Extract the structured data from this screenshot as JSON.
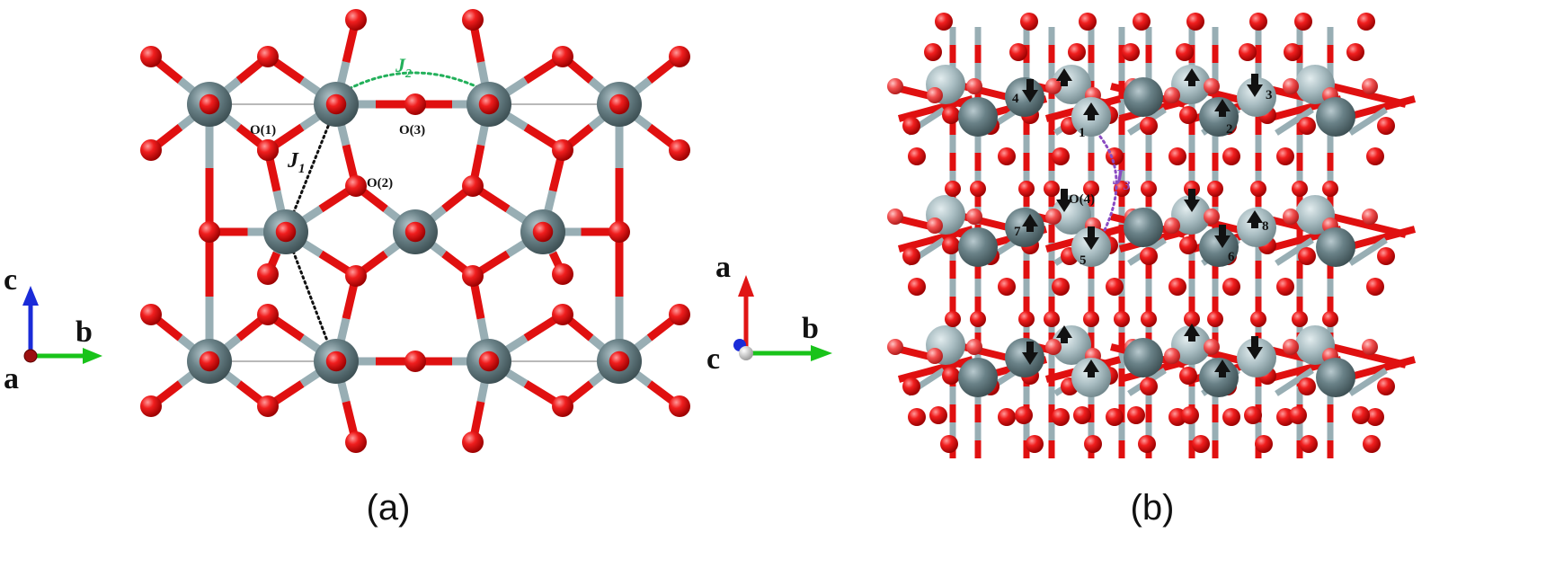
{
  "panel_a": {
    "caption": "(a)",
    "atom_labels": {
      "o1": "O(1)",
      "o2": "O(2)",
      "o3": "O(3)"
    },
    "coupling_labels": {
      "j1": "J",
      "j1_sub": "1",
      "j2": "J",
      "j2_sub": "2"
    },
    "axes": {
      "up": "c",
      "right": "b",
      "out": "a"
    }
  },
  "panel_b": {
    "caption": "(b)",
    "atom_labels": {
      "o4": "O(4)"
    },
    "coupling_labels": {
      "j3": "J",
      "j3_sub": "3"
    },
    "site_numbers": [
      "1",
      "2",
      "3",
      "4",
      "5",
      "6",
      "7",
      "8"
    ],
    "axes": {
      "up": "a",
      "right": "b",
      "out": "c"
    }
  },
  "colors": {
    "metal": "#5f767c",
    "metal_light": "#9fb4ba",
    "oxygen": "#ee1111",
    "bond_gray": "#98aeb4",
    "bond_red": "#e01010",
    "j1": "#111111",
    "j2": "#22b05a",
    "j3": "#8a4bc2",
    "axis_blue": "#1a2bd8",
    "axis_green": "#19c31a",
    "axis_red": "#e01515"
  }
}
